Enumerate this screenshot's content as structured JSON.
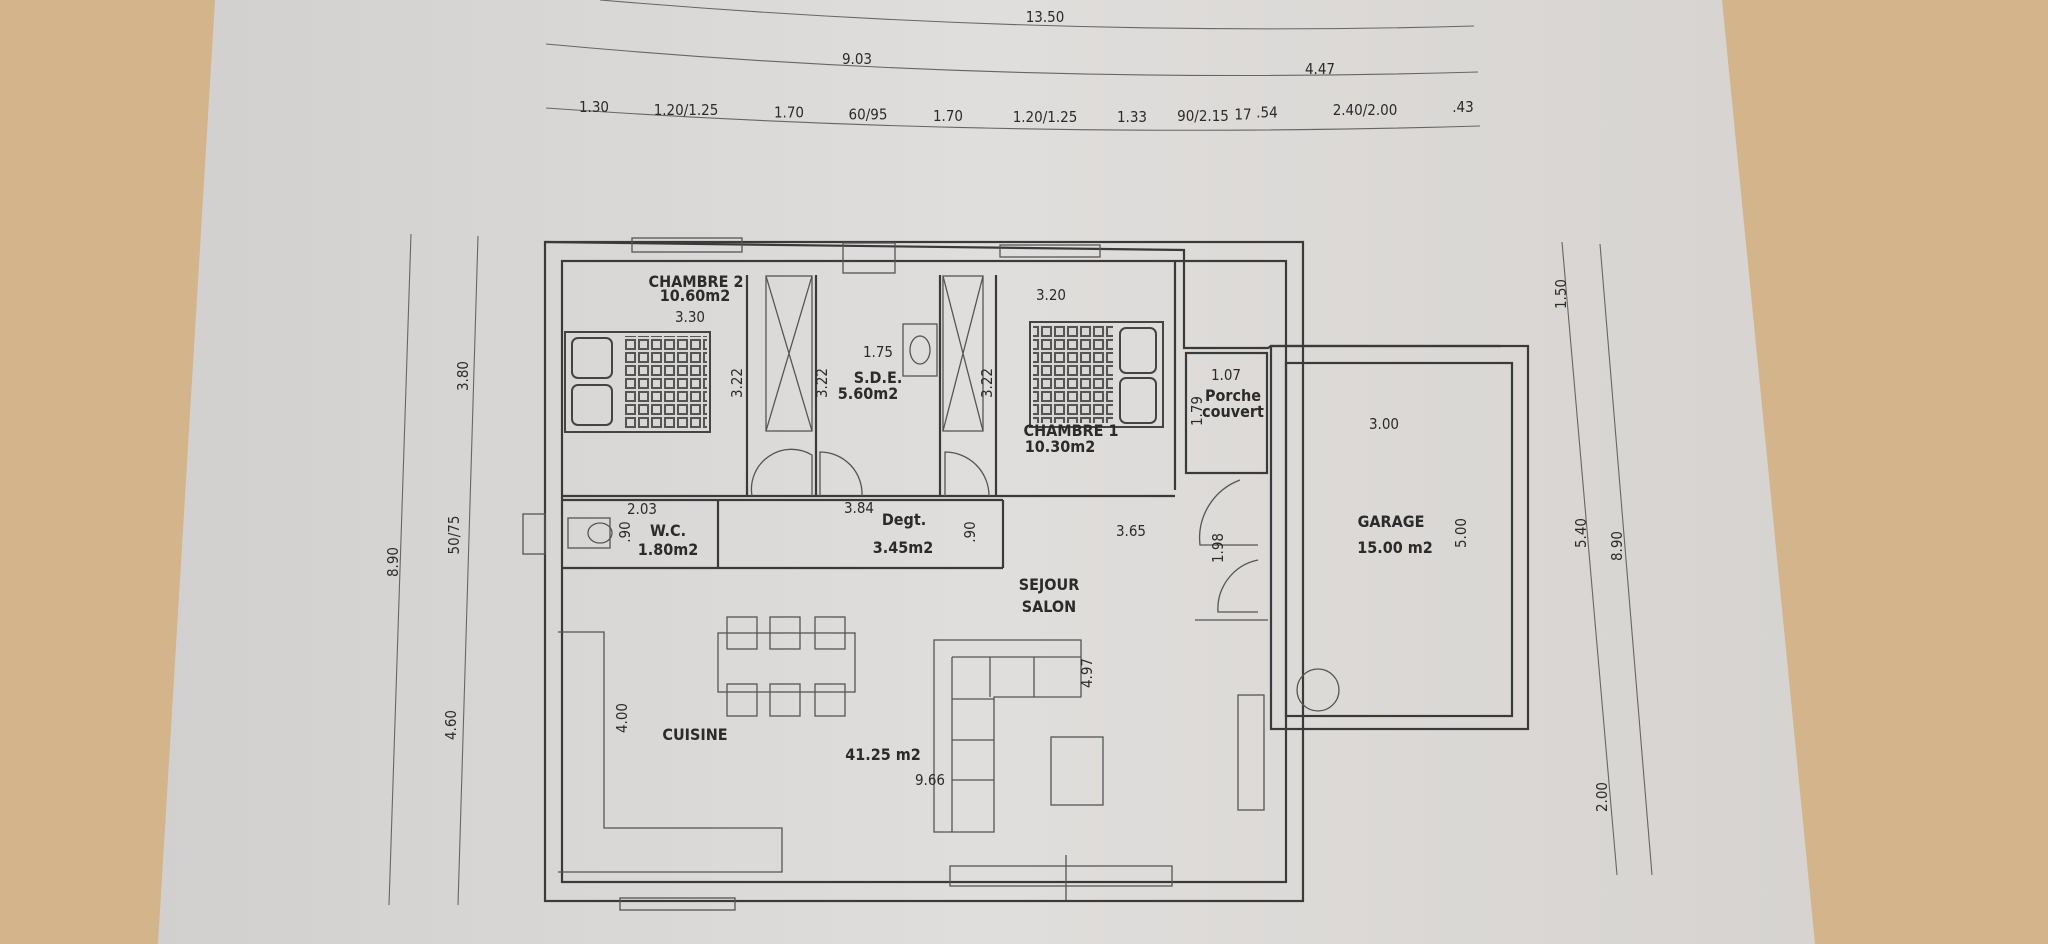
{
  "plan": {
    "overall_dimensions": {
      "total_width": "13.50",
      "house_width": "9.03",
      "garage_width": "4.47",
      "openings": [
        "1.30",
        "1.20/1.25",
        "1.70",
        "60/95",
        "1.70",
        "1.20/1.25",
        "1.33",
        "90/2.15",
        "17",
        ".54",
        "2.40/2.00",
        ".43"
      ],
      "left": [
        "8.90",
        "3.80",
        "50/75",
        "4.60"
      ],
      "right": [
        "1.50",
        "5.40",
        "8.90",
        "2.00"
      ]
    },
    "rooms": {
      "chambre2": {
        "name": "CHAMBRE  2",
        "area": "10.60m2",
        "width": "3.30",
        "depth": "3.22"
      },
      "sde": {
        "name": "S.D.E.",
        "area": "5.60m2",
        "width": "1.75",
        "depth": "3.22"
      },
      "chambre1": {
        "name": "CHAMBRE  1",
        "area": "10.30m2",
        "width": "3.20",
        "depth": "3.22"
      },
      "porche": {
        "name1": "Porche",
        "name2": "couvert",
        "width": "1.07",
        "depth": "1.79"
      },
      "garage": {
        "name": "GARAGE",
        "area": "15.00  m2",
        "width": "3.00",
        "depth": "5.00"
      },
      "wc": {
        "name": "W.C.",
        "area": "1.80m2",
        "width": "2.03",
        "depth": ".90"
      },
      "degt": {
        "name": "Degt.",
        "area": "3.45m2",
        "width": "3.84",
        "depth": ".90"
      },
      "sejour": {
        "name1": "SEJOUR",
        "name2": "SALON",
        "area": "41.25  m2",
        "width": "3.65",
        "entry": "1.98",
        "depth": "4.97",
        "total_width": "9.66"
      },
      "cuisine": {
        "name": "CUISINE",
        "depth": "4.00"
      }
    },
    "colors": {
      "paper": "#dcdad7",
      "walls": "#3a3a3a",
      "background": "#d4b48a"
    }
  }
}
